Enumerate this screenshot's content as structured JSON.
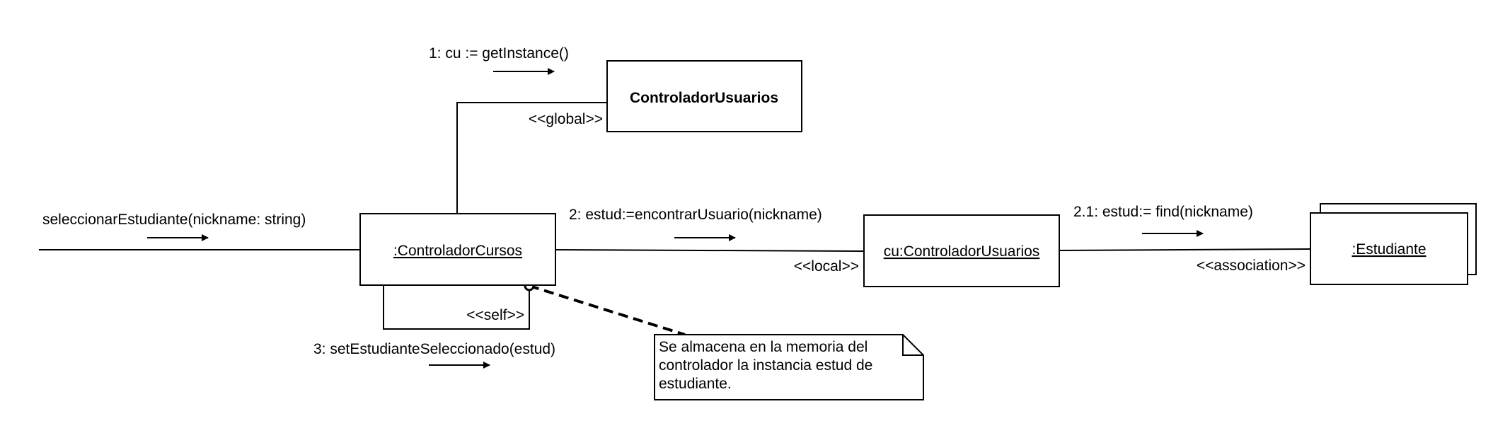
{
  "objects": {
    "controlador_usuarios_global": "ControladorUsuarios",
    "controlador_cursos": ":ControladorCursos",
    "controlador_usuarios_local": "cu:ControladorUsuarios",
    "estudiante": ":Estudiante"
  },
  "links": {
    "global": "<<global>>",
    "local": "<<local>>",
    "association": "<<association>>",
    "self": "<<self>>"
  },
  "messages": {
    "entry": "seleccionarEstudiante(nickname: string)",
    "m1": "1: cu := getInstance()",
    "m2": "2: estud:=encontrarUsuario(nickname)",
    "m2_1": "2.1:  estud:= find(nickname)",
    "m3": "3: setEstudianteSeleccionado(estud)"
  },
  "note": {
    "lines": [
      "Se almacena en la memoria del",
      "controlador la instancia estud de",
      "estudiante."
    ]
  },
  "colors": {
    "stroke": "#000000",
    "background": "#ffffff"
  }
}
